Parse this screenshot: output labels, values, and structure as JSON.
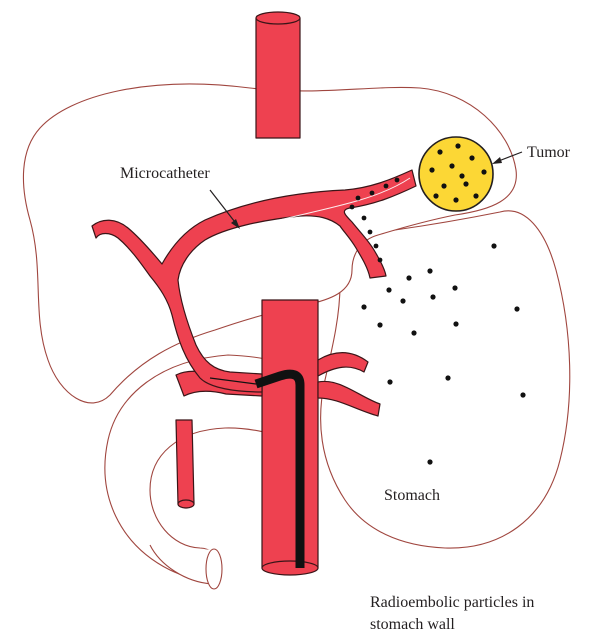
{
  "labels": {
    "microcatheter": "Microcatheter",
    "tumor": "Tumor",
    "stomach": "Stomach",
    "particles_line1": "Radioembolic particles in",
    "particles_line2": "stomach wall"
  },
  "colors": {
    "vessel": "#ee4150",
    "tumor": "#fcd735",
    "organ_outline": "#a0463f",
    "ink": "#231f20"
  },
  "icons": {
    "particle": "black-dot",
    "pointer": "arrow"
  }
}
